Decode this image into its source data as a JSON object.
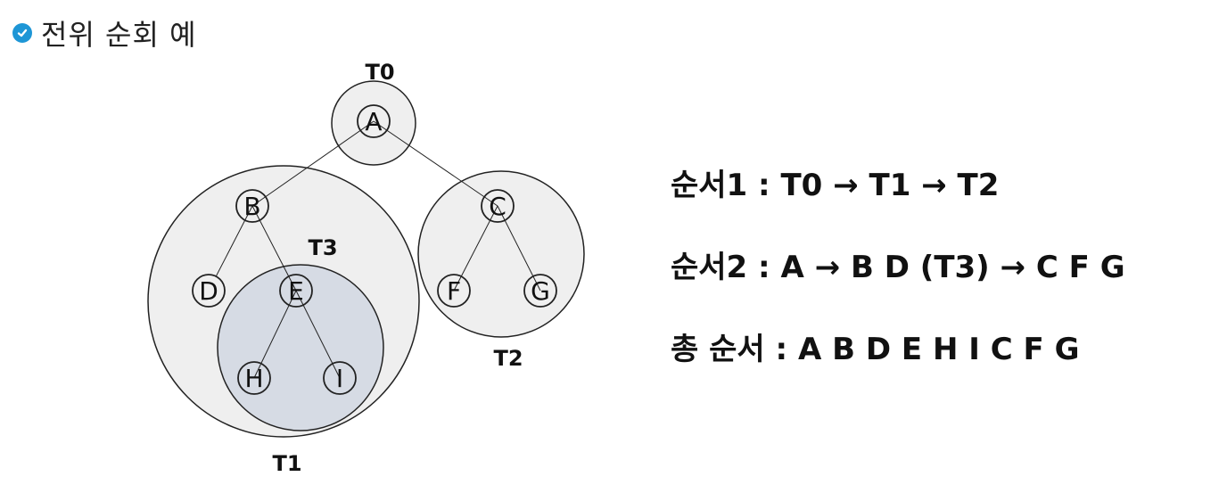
{
  "heading": {
    "text": "전위 순회 예",
    "icon": "check-circle-icon",
    "icon_color": "#1e96d6"
  },
  "tree": {
    "nodes": [
      "A",
      "B",
      "C",
      "D",
      "E",
      "F",
      "G",
      "H",
      "I"
    ],
    "subtree_labels": {
      "t0": "T0",
      "t1": "T1",
      "t2": "T2",
      "t3": "T3"
    }
  },
  "order": {
    "line1": "순서1 : T0 → T1 → T2",
    "line2": "순서2 :  A → B D (T3) → C F G",
    "line3": "총 순서 : A  B  D  E  H  I  C  F  G"
  },
  "colors": {
    "subtree_fill": "#efefef",
    "t3_fill": "#d6dbe4",
    "stroke": "#222222"
  }
}
